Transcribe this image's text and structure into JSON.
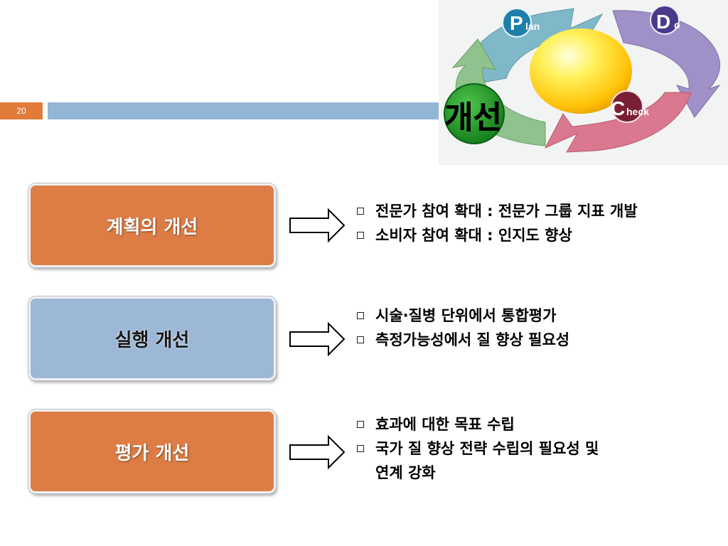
{
  "header": {
    "page_number": "20"
  },
  "pdca": {
    "plan_letter": "P",
    "plan_rest": "lan",
    "do_letter": "D",
    "do_rest": "o",
    "check_letter": "C",
    "check_rest": "heck",
    "center_label": "개선",
    "colors": {
      "plan": "#7fb7c9",
      "do": "#9b8ec4",
      "check": "#d9788e",
      "act": "#8fbf8a",
      "sphere": "#ffd21f"
    }
  },
  "sections": [
    {
      "label": "계획의 개선",
      "color": "#dd7d45",
      "bullets": [
        "전문가 참여 확대 : 전문가 그룹 지표 개발",
        "소비자 참여 확대 : 인지도 향상"
      ]
    },
    {
      "label": "실행 개선",
      "color": "#9cb8d6",
      "bullets": [
        "시술·질병 단위에서 통합평가",
        "측정가능성에서 질 향상 필요성"
      ]
    },
    {
      "label": "평가 개선",
      "color": "#dd7d45",
      "bullets": [
        "효과에 대한 목표 수립",
        "국가 질 향상 전략 수립의 필요성 및",
        "연계 강화"
      ]
    }
  ]
}
